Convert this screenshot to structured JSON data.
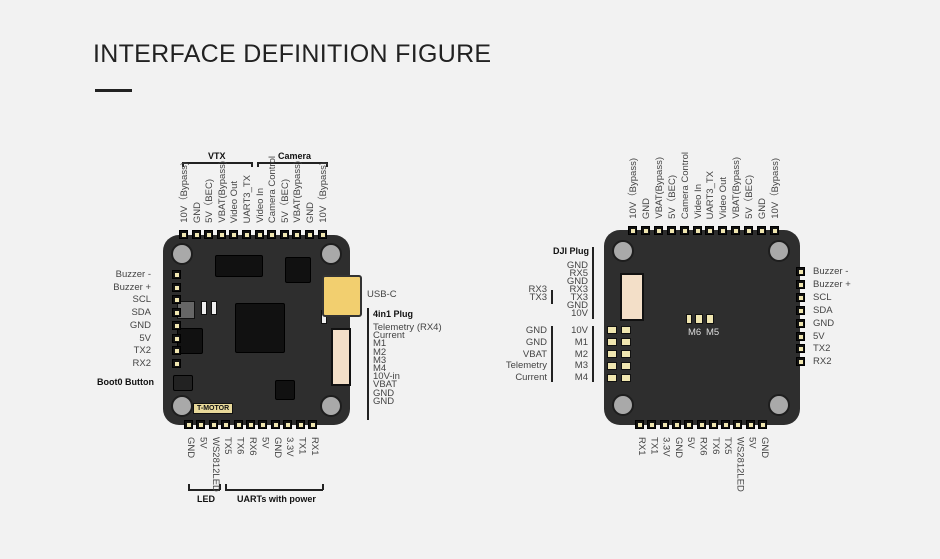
{
  "title": "INTERFACE DEFINITION FIGURE",
  "left": {
    "groups": {
      "vtx": "VTX",
      "camera": "Camera",
      "led": "LED",
      "uarts": "UARTs with power",
      "plug": "4in1 Plug",
      "boot": "Boot0 Button",
      "usb": "USB-C"
    },
    "top": [
      "10V（Bypass)",
      "GND",
      "5V（BEC)",
      "VBAT(Bypass)",
      "Video Out",
      "UART3_TX",
      "Video In",
      "Camera Control",
      "5V（BEC)",
      "VBAT(Bypass)",
      "GND",
      "10V（Bypass)"
    ],
    "left": [
      "Buzzer -",
      "Buzzer +",
      "SCL",
      "SDA",
      "GND",
      "5V",
      "TX2",
      "RX2"
    ],
    "bottom": [
      "GND",
      "5V",
      "WS2812LED",
      "TX5",
      "TX6",
      "RX6",
      "5V",
      "GND",
      "3.3V",
      "TX1",
      "RX1"
    ],
    "plug": [
      "Telemetry (RX4)",
      "Current",
      "M1",
      "M2",
      "M3",
      "M4",
      "10V-in",
      "VBAT",
      "GND",
      "GND"
    ],
    "logo": "T-MOTOR"
  },
  "right": {
    "top": [
      "10V（Bypass)",
      "GND",
      "VBAT(Bypass)",
      "5V（BEC)",
      "Camera Control",
      "Video In",
      "UART3_TX",
      "Video Out",
      "VBAT(Bypass)",
      "5V（BEC)",
      "GND",
      "10V（Bypass)"
    ],
    "right": [
      "Buzzer -",
      "Buzzer +",
      "SCL",
      "SDA",
      "GND",
      "5V",
      "TX2",
      "RX2"
    ],
    "bottom": [
      "RX1",
      "TX1",
      "3.3V",
      "GND",
      "5V",
      "RX6",
      "TX6",
      "TX5",
      "WS2812LED",
      "5V",
      "GND"
    ],
    "dji_title": "DJI Plug",
    "dji": [
      "GND",
      "RX5",
      "GND",
      "RX3",
      "TX3",
      "GND",
      "10V"
    ],
    "dji_side": [
      "RX3",
      "TX3"
    ],
    "motor_inner": [
      "10V",
      "M1",
      "M2",
      "M3",
      "M4"
    ],
    "motor_outer": [
      "GND",
      "GND",
      "VBAT",
      "Telemetry",
      "Current"
    ],
    "m6": "M6",
    "m5": "M5"
  }
}
